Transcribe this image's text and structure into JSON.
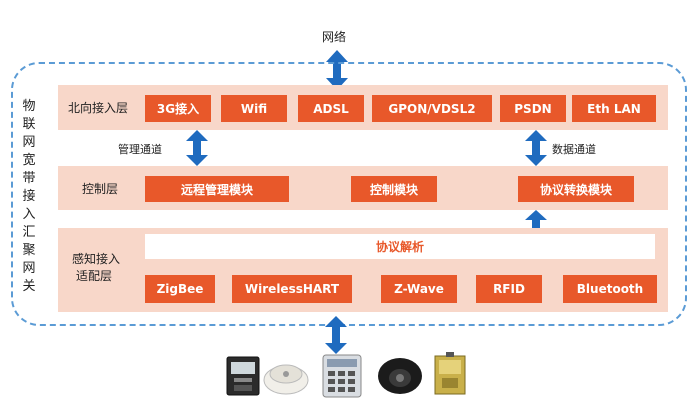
{
  "network_label": "网络",
  "gateway_title": "物联网宽带接入汇聚网关",
  "north_layer": {
    "label": "北向接入层",
    "items": [
      "3G接入",
      "Wifi",
      "ADSL",
      "GPON/VDSL2",
      "PSDN",
      "Eth LAN"
    ]
  },
  "annotations": {
    "management_channel": "管理通道",
    "data_channel": "数据通道"
  },
  "control_layer": {
    "label": "控制层",
    "items": [
      "远程管理模块",
      "控制模块",
      "协议转换模块"
    ]
  },
  "sensing_layer": {
    "label_line1": "感知接入",
    "label_line2": "适配层",
    "protocol_bar": "协议解析",
    "items": [
      "ZigBee",
      "WirelessHART",
      "Z-Wave",
      "RFID",
      "Bluetooth"
    ]
  },
  "devices": [
    "electric-meter",
    "smoke-detector",
    "keypad-access-control",
    "surveillance-camera",
    "sensor-module"
  ],
  "colors": {
    "chip": "#e8582a",
    "layer": "#f8d7c9",
    "arrow": "#1f6bbf",
    "frame": "#5b9bd5"
  }
}
